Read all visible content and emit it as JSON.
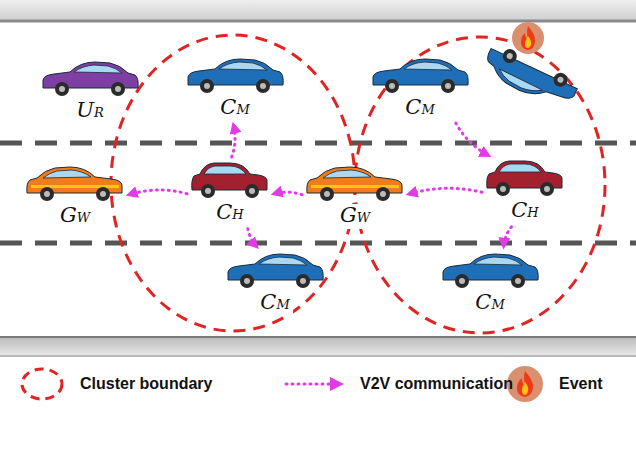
{
  "diagram": {
    "nodes": [
      {
        "text": [
          "UR"
        ]
      },
      {
        "text": [
          "CM"
        ]
      },
      {
        "text": [
          "CM"
        ]
      },
      {
        "text": [
          "GW"
        ]
      },
      {
        "text": [
          "CH"
        ]
      },
      {
        "text": [
          "GW"
        ]
      },
      {
        "text": [
          "CH"
        ]
      },
      {
        "text": [
          "CM"
        ]
      },
      {
        "text": [
          "CM"
        ]
      }
    ],
    "edges": [
      {
        "from": 4,
        "to": 1,
        "arrow": "to"
      },
      {
        "from": 4,
        "to": 3,
        "arrow": "to"
      },
      {
        "from": 4,
        "to": 7,
        "arrow": "to"
      },
      {
        "from": 5,
        "to": 4,
        "arrow": "to"
      },
      {
        "from": 2,
        "to": 6,
        "arrow": "to"
      },
      {
        "from": 6,
        "to": 5,
        "arrow": "to"
      },
      {
        "from": 6,
        "to": 8,
        "arrow": "to"
      }
    ],
    "legend": [
      {
        "text": "Cluster boundary"
      },
      {
        "text": "V2V communication"
      },
      {
        "text": "Event"
      }
    ]
  }
}
